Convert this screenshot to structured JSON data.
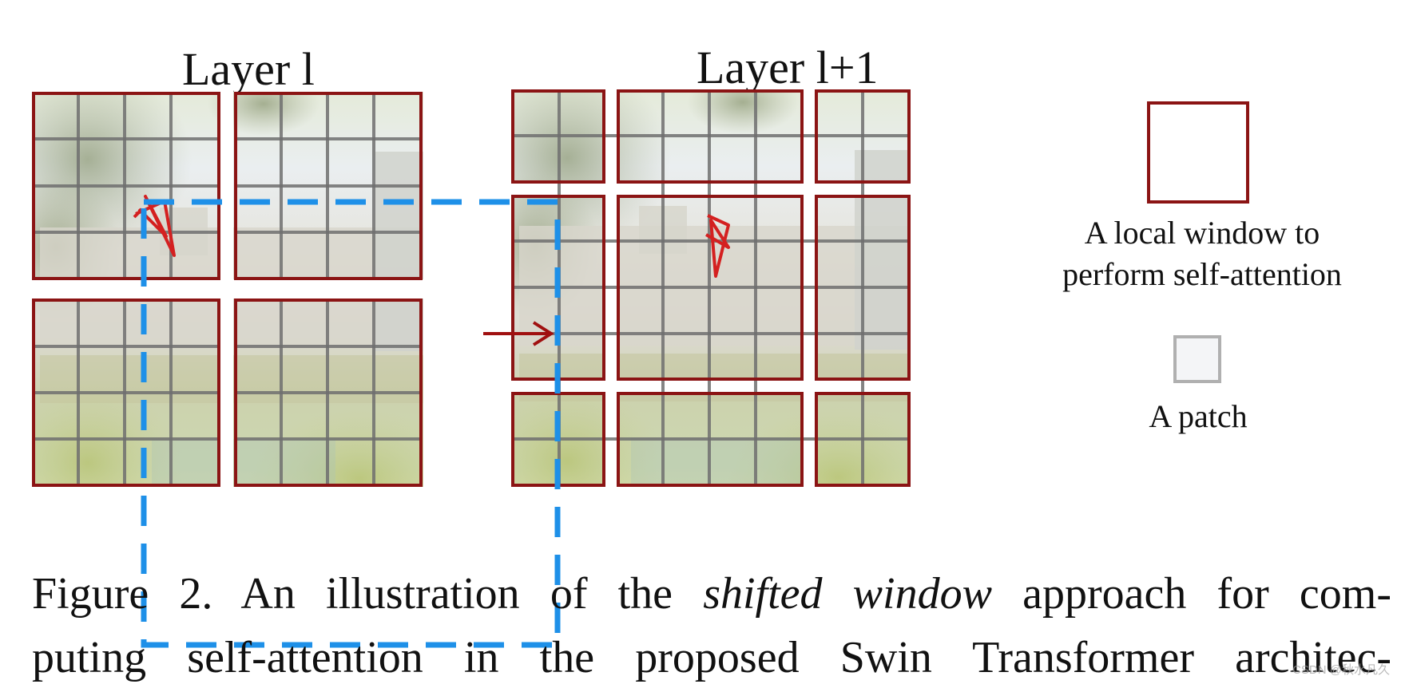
{
  "titles": {
    "layer_l": "Layer l",
    "layer_l1": "Layer l+1"
  },
  "legend": {
    "window_label_line1": "A local window to",
    "window_label_line2": "perform self-attention",
    "patch_label": "A patch"
  },
  "caption": {
    "prefix": "Figure 2. An illustration of the ",
    "emph": "shifted window",
    "suffix": " approach for com-",
    "line2": "puting self-attention in the proposed Swin Transformer architec-"
  },
  "watermark": "CSDN @秋水凡久",
  "colors": {
    "window_border": "#8b1414",
    "shift_box": "#1e90e8",
    "arrow": "#a01010",
    "grid_line": "#6e6e6e",
    "star": "#d42020"
  }
}
